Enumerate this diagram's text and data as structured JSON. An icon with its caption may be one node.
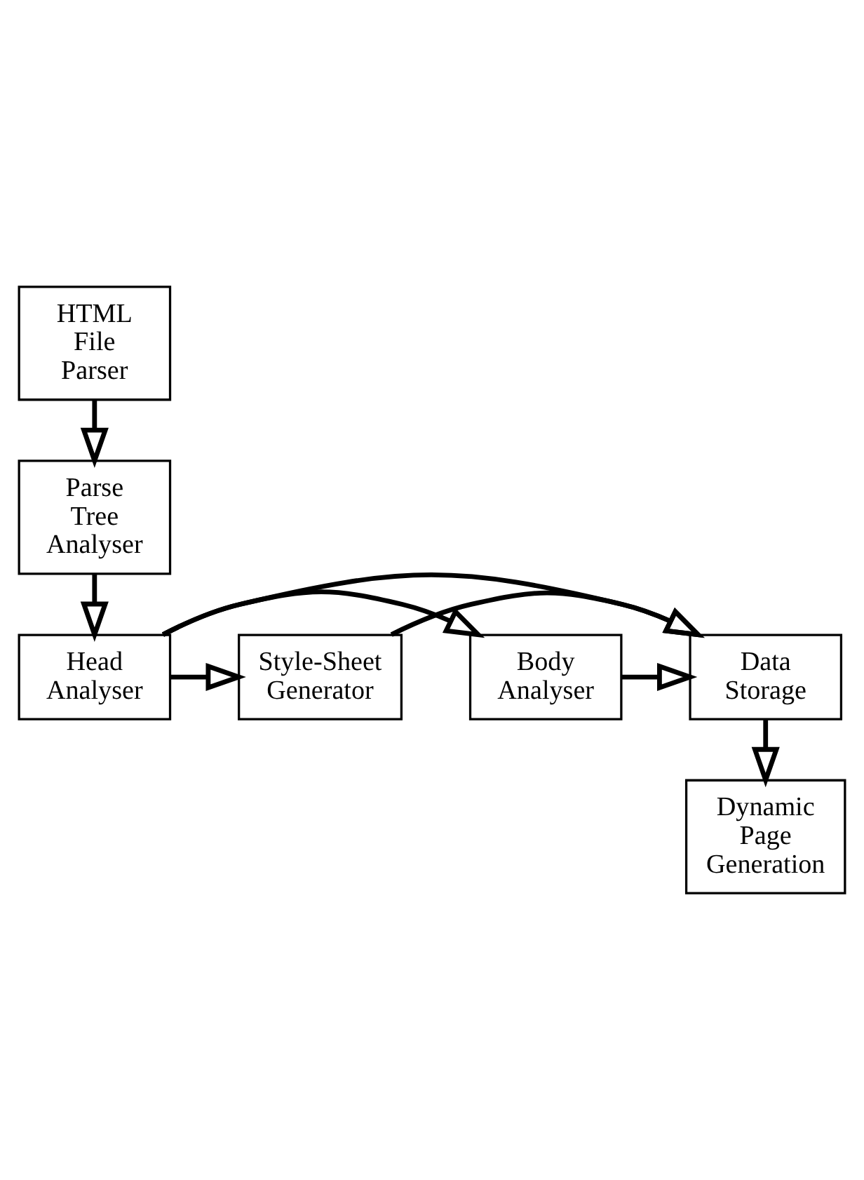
{
  "diagram": {
    "nodes": [
      {
        "text": [
          "HTML File Parser"
        ]
      },
      {
        "text": [
          "Parse Tree Analyser"
        ]
      },
      {
        "text": [
          "Head Analyser"
        ]
      },
      {
        "text": [
          "Body Analyser"
        ]
      },
      {
        "text": [
          "Style-Sheet Generator"
        ]
      },
      {
        "text": [
          "Data Storage"
        ]
      },
      {
        "text": [
          "Dynamic Page Generation"
        ]
      }
    ],
    "edges": [
      {
        "from": 0,
        "to": 1,
        "arrow": "to"
      },
      {
        "from": 1,
        "to": 2,
        "arrow": "to"
      },
      {
        "from": 2,
        "to": 3,
        "arrow": "to"
      },
      {
        "from": 2,
        "to": 4,
        "arrow": "to"
      },
      {
        "from": 2,
        "to": 5,
        "arrow": "to"
      },
      {
        "from": 3,
        "to": 5,
        "arrow": "to"
      },
      {
        "from": 4,
        "to": 5,
        "arrow": "to"
      },
      {
        "from": 5,
        "to": 6,
        "arrow": "to"
      }
    ]
  }
}
